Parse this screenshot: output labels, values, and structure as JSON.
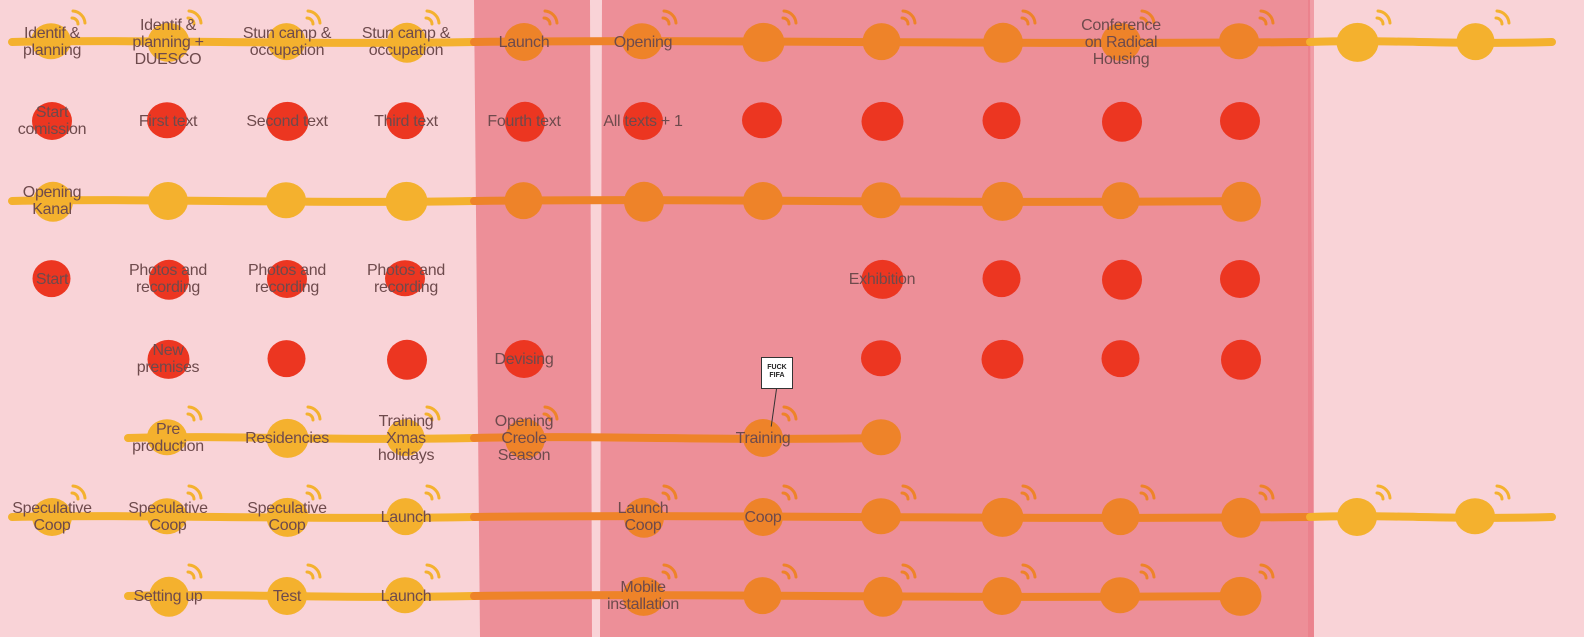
{
  "colors": {
    "background": "#f9d3d7",
    "band": "#ec8b95",
    "band_edge": "#e97a86",
    "gap": "#f9d3d7",
    "yellow": "#f4b12e",
    "orange": "#ee8329",
    "red": "#ec3621",
    "label": "#6e4a4c"
  },
  "columns": 13,
  "highlight": {
    "from_col": 4,
    "to_col": 10,
    "split_after_col": 4
  },
  "rows": [
    {
      "id": "row-1",
      "line": "yellow",
      "line_extends_right": true,
      "cells": [
        {
          "col": 0,
          "dot": "yellow",
          "signal": true,
          "label": "Identif &\nplanning"
        },
        {
          "col": 1,
          "dot": "yellow",
          "signal": true,
          "label": "Identif &\nplanning +\nDUESCO"
        },
        {
          "col": 2,
          "dot": "yellow",
          "signal": true,
          "label": "Stun camp &\noccupation"
        },
        {
          "col": 3,
          "dot": "yellow",
          "signal": true,
          "label": "Stun camp &\noccupation"
        },
        {
          "col": 4,
          "dot": "orange",
          "signal": true,
          "label": "Launch"
        },
        {
          "col": 5,
          "dot": "orange",
          "signal": true,
          "label": "Opening"
        },
        {
          "col": 6,
          "dot": "orange",
          "signal": true,
          "label": ""
        },
        {
          "col": 7,
          "dot": "orange",
          "signal": true,
          "label": ""
        },
        {
          "col": 8,
          "dot": "orange",
          "signal": true,
          "label": ""
        },
        {
          "col": 9,
          "dot": "orange",
          "signal": true,
          "label": "Conference\non Radical\nHousing"
        },
        {
          "col": 10,
          "dot": "orange",
          "signal": true,
          "label": ""
        },
        {
          "col": 11,
          "dot": "yellow",
          "signal": true,
          "label": ""
        },
        {
          "col": 12,
          "dot": "yellow",
          "signal": true,
          "label": ""
        }
      ]
    },
    {
      "id": "row-2",
      "line": null,
      "line_extends_right": false,
      "cells": [
        {
          "col": 0,
          "dot": "red",
          "signal": false,
          "label": "Start\ncomission"
        },
        {
          "col": 1,
          "dot": "red",
          "signal": false,
          "label": "First text"
        },
        {
          "col": 2,
          "dot": "red",
          "signal": false,
          "label": "Second text"
        },
        {
          "col": 3,
          "dot": "red",
          "signal": false,
          "label": "Third text"
        },
        {
          "col": 4,
          "dot": "red",
          "signal": false,
          "label": "Fourth text"
        },
        {
          "col": 5,
          "dot": "red",
          "signal": false,
          "label": "All texts + 1"
        },
        {
          "col": 6,
          "dot": "red",
          "signal": false,
          "label": ""
        },
        {
          "col": 7,
          "dot": "red",
          "signal": false,
          "label": ""
        },
        {
          "col": 8,
          "dot": "red",
          "signal": false,
          "label": ""
        },
        {
          "col": 9,
          "dot": "red",
          "signal": false,
          "label": ""
        },
        {
          "col": 10,
          "dot": "red",
          "signal": false,
          "label": ""
        }
      ]
    },
    {
      "id": "row-3",
      "line": "yellow",
      "line_extends_right": false,
      "cells": [
        {
          "col": 0,
          "dot": "yellow",
          "signal": false,
          "label": "Opening\nKanal"
        },
        {
          "col": 1,
          "dot": "yellow",
          "signal": false,
          "label": ""
        },
        {
          "col": 2,
          "dot": "yellow",
          "signal": false,
          "label": ""
        },
        {
          "col": 3,
          "dot": "yellow",
          "signal": false,
          "label": ""
        },
        {
          "col": 4,
          "dot": "orange",
          "signal": false,
          "label": ""
        },
        {
          "col": 5,
          "dot": "orange",
          "signal": false,
          "label": ""
        },
        {
          "col": 6,
          "dot": "orange",
          "signal": false,
          "label": ""
        },
        {
          "col": 7,
          "dot": "orange",
          "signal": false,
          "label": ""
        },
        {
          "col": 8,
          "dot": "orange",
          "signal": false,
          "label": ""
        },
        {
          "col": 9,
          "dot": "orange",
          "signal": false,
          "label": ""
        },
        {
          "col": 10,
          "dot": "orange",
          "signal": false,
          "label": ""
        }
      ]
    },
    {
      "id": "row-4",
      "line": null,
      "line_extends_right": false,
      "cells": [
        {
          "col": 0,
          "dot": "red",
          "signal": false,
          "label": "Start"
        },
        {
          "col": 1,
          "dot": "red",
          "signal": false,
          "label": "Photos and\nrecording"
        },
        {
          "col": 2,
          "dot": "red",
          "signal": false,
          "label": "Photos and\nrecording"
        },
        {
          "col": 3,
          "dot": "red",
          "signal": false,
          "label": "Photos and\nrecording"
        },
        {
          "col": 7,
          "dot": "red",
          "signal": false,
          "label": "Exhibition"
        },
        {
          "col": 8,
          "dot": "red",
          "signal": false,
          "label": ""
        },
        {
          "col": 9,
          "dot": "red",
          "signal": false,
          "label": ""
        },
        {
          "col": 10,
          "dot": "red",
          "signal": false,
          "label": ""
        }
      ]
    },
    {
      "id": "row-5",
      "line": null,
      "line_extends_right": false,
      "cells": [
        {
          "col": 1,
          "dot": "red",
          "signal": false,
          "label": "New\npremises"
        },
        {
          "col": 2,
          "dot": "red",
          "signal": false,
          "label": ""
        },
        {
          "col": 3,
          "dot": "red",
          "signal": false,
          "label": ""
        },
        {
          "col": 4,
          "dot": "red",
          "signal": false,
          "label": "Devising"
        },
        {
          "col": 7,
          "dot": "red",
          "signal": false,
          "label": ""
        },
        {
          "col": 8,
          "dot": "red",
          "signal": false,
          "label": ""
        },
        {
          "col": 9,
          "dot": "red",
          "signal": false,
          "label": ""
        },
        {
          "col": 10,
          "dot": "red",
          "signal": false,
          "label": ""
        }
      ]
    },
    {
      "id": "row-6",
      "line": "yellow",
      "line_extends_right": false,
      "cells": [
        {
          "col": 1,
          "dot": "yellow",
          "signal": true,
          "label": "Pre\nproduction"
        },
        {
          "col": 2,
          "dot": "yellow",
          "signal": true,
          "label": "Residencies"
        },
        {
          "col": 3,
          "dot": "yellow",
          "signal": true,
          "label": "Training\nXmas\nholidays"
        },
        {
          "col": 4,
          "dot": "orange",
          "signal": true,
          "label": "Opening\nCreole\nSeason"
        },
        {
          "col": 6,
          "dot": "orange",
          "signal": true,
          "label": "Training"
        },
        {
          "col": 7,
          "dot": "orange",
          "signal": false,
          "label": ""
        }
      ]
    },
    {
      "id": "row-7",
      "line": "yellow",
      "line_extends_right": true,
      "cells": [
        {
          "col": 0,
          "dot": "yellow",
          "signal": true,
          "label": "Speculative\nCoop"
        },
        {
          "col": 1,
          "dot": "yellow",
          "signal": true,
          "label": "Speculative\nCoop"
        },
        {
          "col": 2,
          "dot": "yellow",
          "signal": true,
          "label": "Speculative\nCoop"
        },
        {
          "col": 3,
          "dot": "yellow",
          "signal": true,
          "label": "Launch"
        },
        {
          "col": 5,
          "dot": "orange",
          "signal": true,
          "label": "Launch\nCoop"
        },
        {
          "col": 6,
          "dot": "orange",
          "signal": true,
          "label": "Coop"
        },
        {
          "col": 7,
          "dot": "orange",
          "signal": true,
          "label": ""
        },
        {
          "col": 8,
          "dot": "orange",
          "signal": true,
          "label": ""
        },
        {
          "col": 9,
          "dot": "orange",
          "signal": true,
          "label": ""
        },
        {
          "col": 10,
          "dot": "orange",
          "signal": true,
          "label": ""
        },
        {
          "col": 11,
          "dot": "yellow",
          "signal": true,
          "label": ""
        },
        {
          "col": 12,
          "dot": "yellow",
          "signal": true,
          "label": ""
        }
      ]
    },
    {
      "id": "row-8",
      "line": "yellow",
      "line_extends_right": false,
      "cells": [
        {
          "col": 1,
          "dot": "yellow",
          "signal": true,
          "label": "Setting up"
        },
        {
          "col": 2,
          "dot": "yellow",
          "signal": true,
          "label": "Test"
        },
        {
          "col": 3,
          "dot": "yellow",
          "signal": true,
          "label": "Launch"
        },
        {
          "col": 5,
          "dot": "orange",
          "signal": true,
          "label": "Mobile\ninstallation"
        },
        {
          "col": 6,
          "dot": "orange",
          "signal": true,
          "label": ""
        },
        {
          "col": 7,
          "dot": "orange",
          "signal": true,
          "label": ""
        },
        {
          "col": 8,
          "dot": "orange",
          "signal": true,
          "label": ""
        },
        {
          "col": 9,
          "dot": "orange",
          "signal": true,
          "label": ""
        },
        {
          "col": 10,
          "dot": "orange",
          "signal": true,
          "label": ""
        }
      ]
    }
  ],
  "sign": {
    "line1": "FUCK",
    "line2": "FIFA"
  }
}
